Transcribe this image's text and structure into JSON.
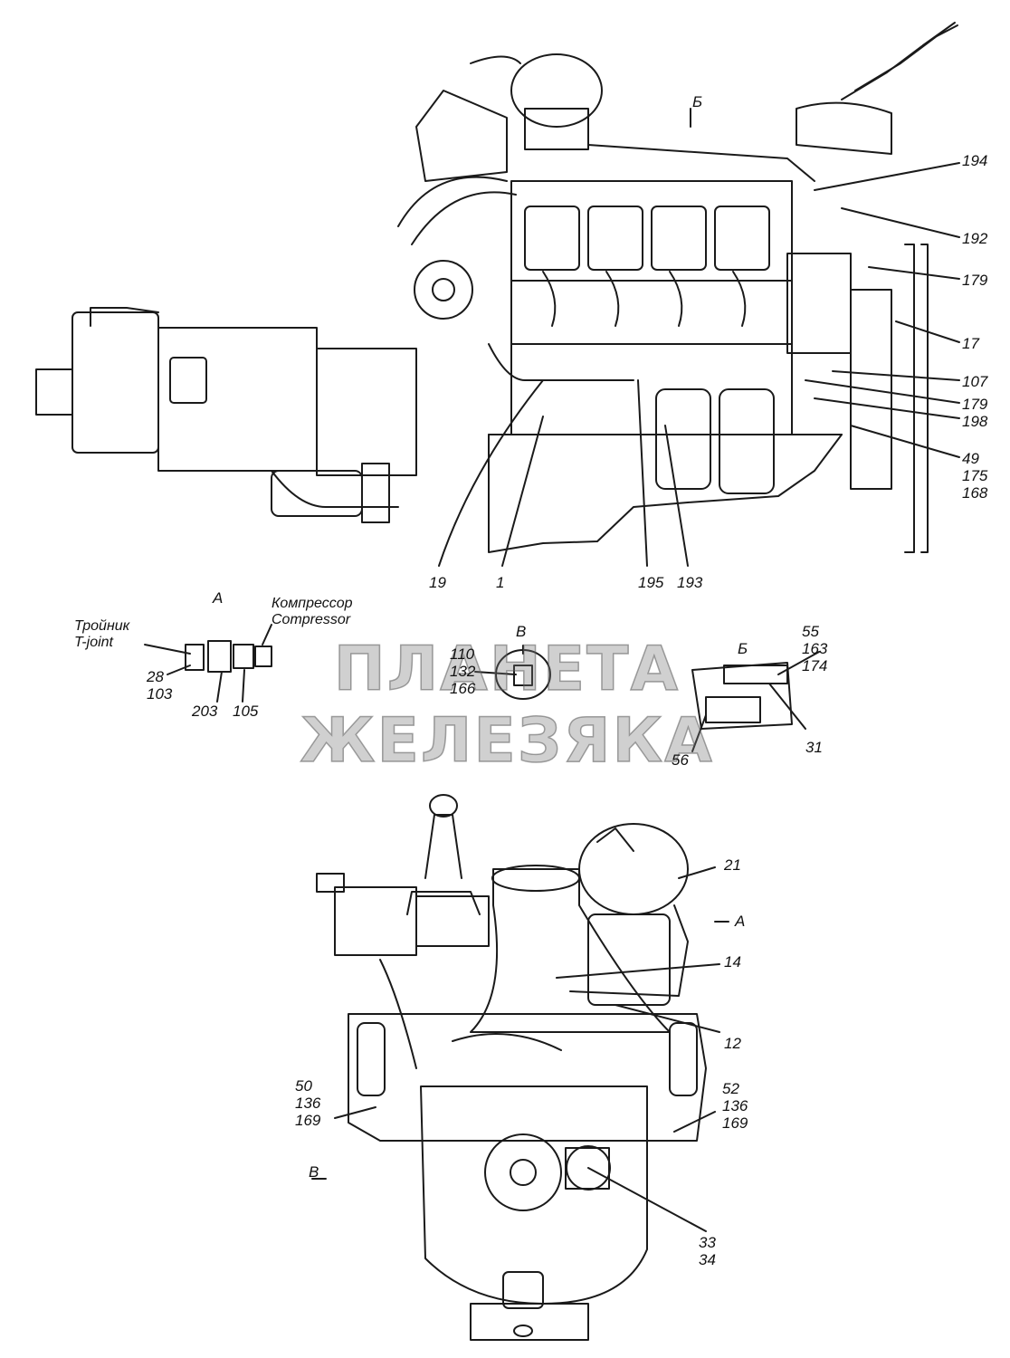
{
  "watermark": "ПЛАНЕТА ЖЕЛЕЗЯКА",
  "view_side_callouts": {
    "c194": "194",
    "c192": "192",
    "c179a": "179",
    "c17": "17",
    "c107": "107",
    "c179b": "179",
    "c198": "198",
    "c49": "49",
    "c175": "175",
    "c168": "168",
    "c19": "19",
    "c1": "1",
    "c195": "195",
    "c193": "193",
    "arrow_b": "Б"
  },
  "detail_a": {
    "title": "А",
    "tee_ru": "Тройник",
    "tee_en": "T-joint",
    "comp_ru": "Компрессор",
    "comp_en": "Compressor",
    "c28": "28",
    "c103": "103",
    "c203": "203",
    "c105": "105"
  },
  "detail_v": {
    "title": "В",
    "c110": "110",
    "c132": "132",
    "c166": "166"
  },
  "detail_b": {
    "title": "Б",
    "c55": "55",
    "c163": "163",
    "c174": "174",
    "c56": "56",
    "c31": "31"
  },
  "view_front_callouts": {
    "c21": "21",
    "arrow_a": "А",
    "c14": "14",
    "c12": "12",
    "c50": "50",
    "c136a": "136",
    "c169a": "169",
    "c52": "52",
    "c136b": "136",
    "c169b": "169",
    "arrow_v": "В",
    "c33": "33",
    "c34": "34"
  }
}
